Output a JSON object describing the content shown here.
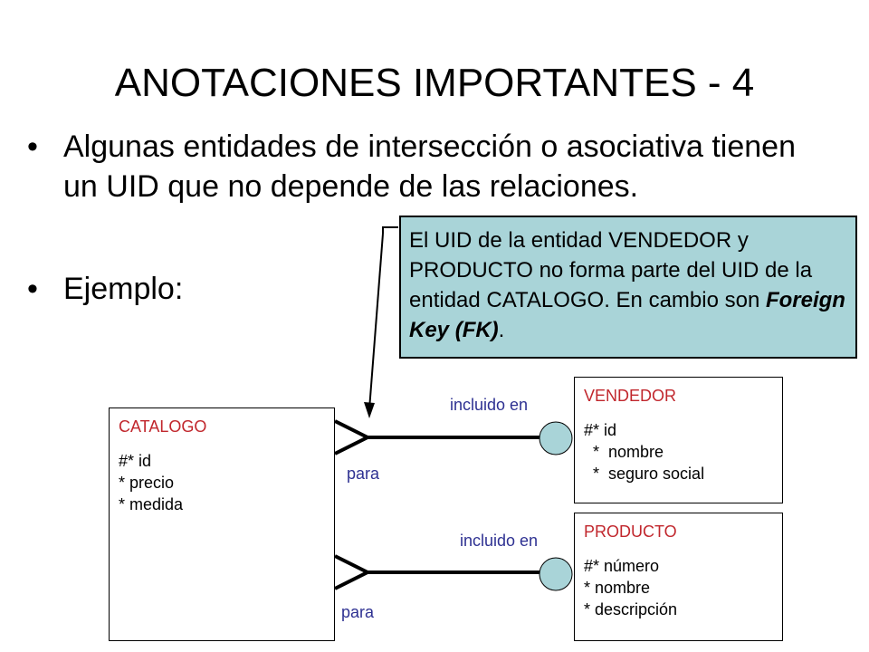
{
  "title": "ANOTACIONES IMPORTANTES - 4",
  "bullets": [
    {
      "marker": "•",
      "text": "Algunas entidades de intersección o asociativa tienen un UID que no depende de las relaciones."
    },
    {
      "marker": "•",
      "text": "Ejemplo:"
    }
  ],
  "callout": {
    "text_before": "El UID de la entidad VENDEDOR y PRODUCTO no forma parte del UID de la entidad CATALOGO. En cambio son ",
    "emphasis": "Foreign Key (FK)",
    "text_after": "."
  },
  "entities": {
    "catalogo": {
      "name": "CATALOGO",
      "attributes": [
        "#* id",
        "* precio",
        "* medida"
      ]
    },
    "vendedor": {
      "name": "VENDEDOR",
      "attributes": [
        "#* id",
        "  *  nombre",
        "  *  seguro social"
      ]
    },
    "producto": {
      "name": "PRODUCTO",
      "attributes": [
        "#* número",
        "* nombre",
        "* descripción"
      ]
    }
  },
  "relations": {
    "vendedor_top": "incluido en",
    "vendedor_bottom": "para",
    "producto_top": "incluido en",
    "producto_bottom": "para"
  },
  "colors": {
    "entity_name": "#c1272d",
    "relation_label": "#2e3192",
    "callout_bg": "#a9d4d8",
    "uid_circle": "#a9d4d8"
  }
}
